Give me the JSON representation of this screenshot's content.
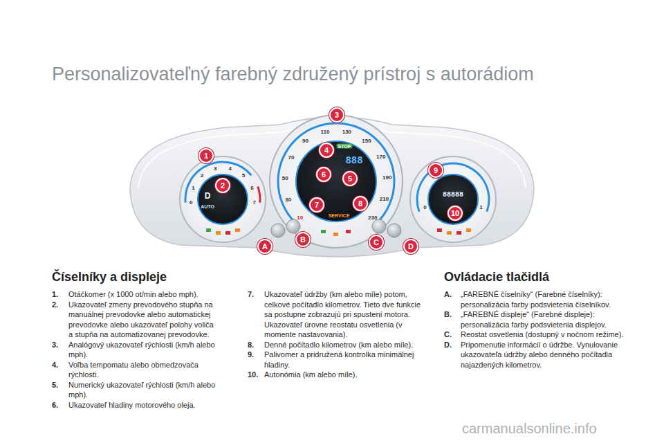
{
  "diagram": {
    "title": "Personalizovateľný farebný združený prístroj s autorádiom",
    "nodes": [
      {
        "text": [
          "1"
        ]
      },
      {
        "text": [
          "2"
        ]
      },
      {
        "text": [
          "3"
        ]
      },
      {
        "text": [
          "4"
        ]
      },
      {
        "text": [
          "5"
        ]
      },
      {
        "text": [
          "6"
        ]
      },
      {
        "text": [
          "7"
        ]
      },
      {
        "text": [
          "8"
        ]
      },
      {
        "text": [
          "9"
        ]
      },
      {
        "text": [
          "10"
        ]
      },
      {
        "text": [
          "A"
        ]
      },
      {
        "text": [
          "B"
        ]
      },
      {
        "text": [
          "C"
        ]
      },
      {
        "text": [
          "D"
        ]
      }
    ],
    "labels": [
      "Číselníky a displeje",
      "1.",
      "Otáčkomer (x 1000 ot/min alebo mph).",
      "2.",
      "Ukazovateľ zmeny prevodového stupňa na manuálnej prevodovke alebo automatickej prevodovke alebo ukazovateľ polohy voliča a stupňa na automatizovanej prevodovke.",
      "3.",
      "Analógový ukazovateľ rýchlosti (km/h alebo mph).",
      "4.",
      "Voľba tempomatu alebo obmedzovača rýchlosti.",
      "5.",
      "Numerický ukazovateľ rýchlosti (km/h alebo mph).",
      "6.",
      "Ukazovateľ hladiny motorového oleja.",
      "7.",
      "Ukazovateľ údržby (km alebo míle) potom, celkové počítadlo kilometrov. Tieto dve funkcie sa postupne zobrazujú pri spustení motora. Ukazovateľ úrovne reostatu osvetlenia (v momente nastavovania).",
      "8.",
      "Denné počítadlo kilometrov (km alebo míle).",
      "9.",
      "Palivomer a pridružená kontrolka minimálnej hladiny.",
      "10.",
      "Autonómia (km alebo míle).",
      "Ovládacie tlačidlá",
      "A.",
      "„FAREBNÉ číselníky“ (Farebné číselníky): personalizácia farby podsvietenia číselníkov.",
      "B.",
      "„FAREBNÉ displeje“ (Farebné displeje): personalizácia farby podsvietenia displejov.",
      "C.",
      "Reostat osvetlenia (dostupný v nočnom režime).",
      "D.",
      "Pripomenutie informácií o údržbe. Vynulovanie ukazovateľa údržby alebo denného počítadla najazdených kilometrov.",
      "carmanualsonline.info",
      "0",
      "1",
      "2",
      "3",
      "4",
      "5",
      "6",
      "7",
      "10",
      "30",
      "50",
      "70",
      "90",
      "110",
      "130",
      "150",
      "170",
      "190",
      "210",
      "230",
      "D",
      "AUTO",
      "STOP",
      "888",
      "SERVICE",
      "88888",
      "0",
      "1"
    ]
  }
}
